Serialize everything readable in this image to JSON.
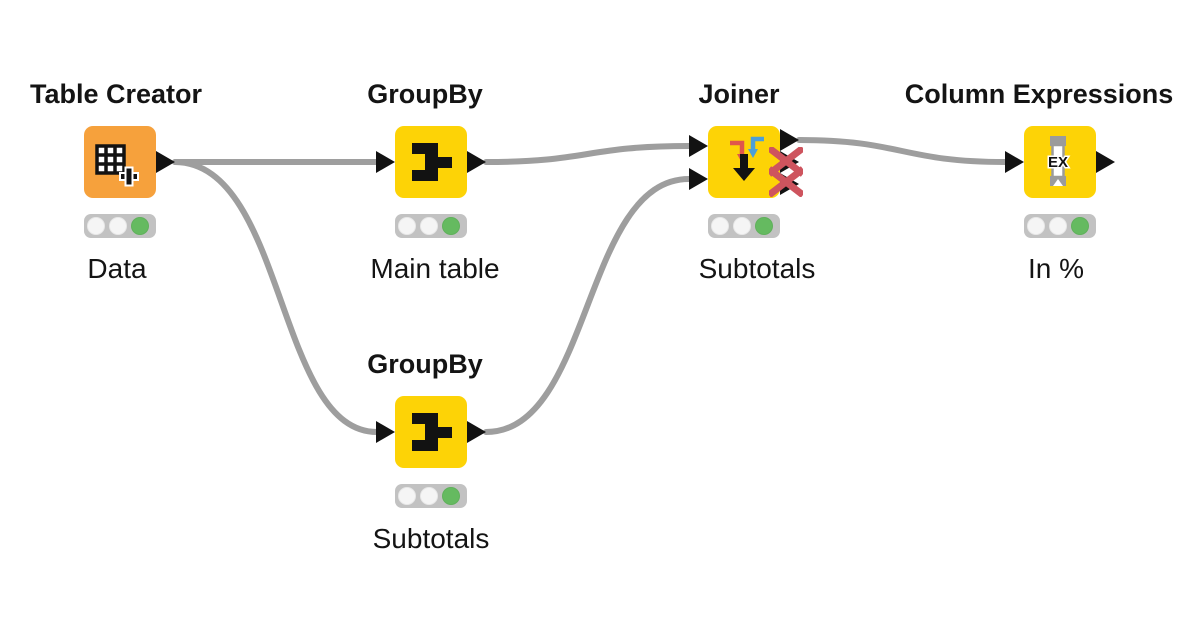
{
  "workflow": {
    "app": "KNIME workflow",
    "icons": {
      "expressions_text": "EX"
    },
    "colors": {
      "background": "#ffffff",
      "node_yellow": "#FDD306",
      "node_orange": "#F6A13C",
      "wire_gray": "#9E9E9E",
      "port_black": "#121212",
      "traffic_bar_bg": "#C2C2C2",
      "traffic_off": "#F5F5F5",
      "traffic_green": "#65BA60",
      "inactive_port_x": "#CE545E",
      "joiner_arrow_red": "#E0564B",
      "joiner_arrow_blue": "#4C9FD8",
      "expressions_gray": "#9B9B9B"
    },
    "nodes": [
      {
        "title": "Table Creator",
        "label": "Data",
        "type": "Table Creator",
        "icon": "table-plus-icon",
        "color": "#F6A13C",
        "status": [
          "off",
          "off",
          "green"
        ],
        "inputs": 0,
        "outputs": 1
      },
      {
        "title": "GroupBy",
        "label": "Main table",
        "type": "GroupBy",
        "icon": "groupby-icon",
        "color": "#FDD306",
        "status": [
          "off",
          "off",
          "green"
        ],
        "inputs": 1,
        "outputs": 1
      },
      {
        "title": "Joiner",
        "label": "Subtotals",
        "type": "Joiner",
        "icon": "joiner-icon",
        "color": "#FDD306",
        "status": [
          "off",
          "off",
          "green"
        ],
        "inputs": 2,
        "outputs": 3,
        "inactive_output_ports": [
          2,
          3
        ]
      },
      {
        "title": "Column Expressions",
        "label": "In %",
        "type": "Column Expressions",
        "icon": "column-expressions-icon",
        "color": "#FDD306",
        "status": [
          "off",
          "off",
          "green"
        ],
        "inputs": 1,
        "outputs": 1
      },
      {
        "title": "GroupBy",
        "label": "Subtotals",
        "type": "GroupBy",
        "icon": "groupby-icon",
        "color": "#FDD306",
        "status": [
          "off",
          "off",
          "green"
        ],
        "inputs": 1,
        "outputs": 1
      }
    ],
    "connections": [
      {
        "from": "Table Creator",
        "to": "GroupBy (Main table)"
      },
      {
        "from": "Table Creator",
        "to": "GroupBy (Subtotals)"
      },
      {
        "from": "GroupBy (Main table)",
        "to": "Joiner port 1"
      },
      {
        "from": "GroupBy (Subtotals)",
        "to": "Joiner port 2"
      },
      {
        "from": "Joiner",
        "to": "Column Expressions"
      }
    ]
  }
}
